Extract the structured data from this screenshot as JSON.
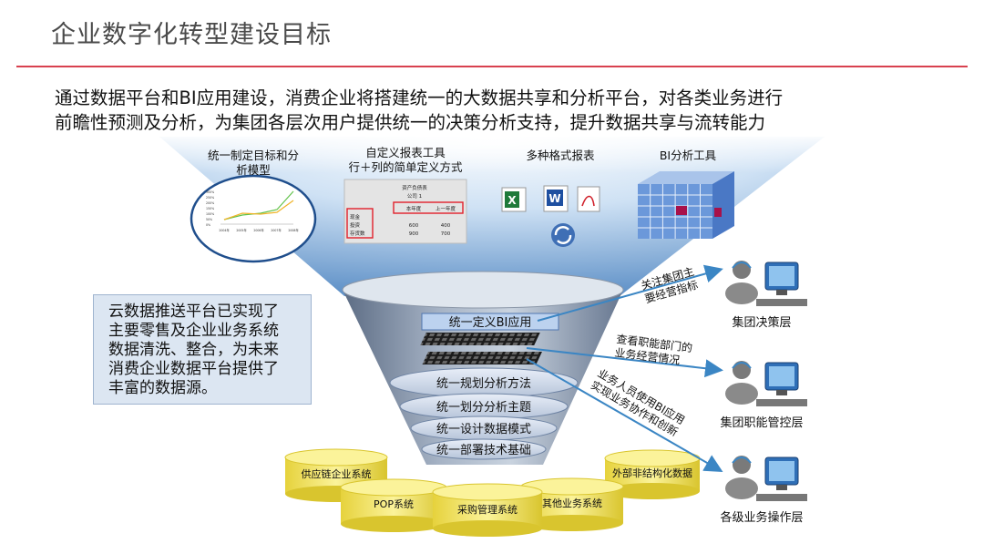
{
  "page": {
    "title": "企业数字化转型建设目标",
    "subtitle_lines": [
      "通过数据平台和BI应用建设，消费企业将搭建统一的大数据共享和分析平台，对各类业务进行",
      "前瞻性预测及分析，为集团各层次用户提供统一的决策分析支持，提升数据共享与流转能力"
    ]
  },
  "tools": {
    "goal_model": [
      "统一制定目标和分",
      "析模型"
    ],
    "report_tool": [
      "自定义报表工具",
      "行＋列的简单定义方式"
    ],
    "format_reports": "多种格式报表",
    "bi_tool": "BI分析工具"
  },
  "report_thumb": {
    "header": "资产负债表",
    "company": "公司 1",
    "col1": "本年度",
    "col2": "上一年度",
    "rows": [
      {
        "label": "现金",
        "v1": "",
        "v2": ""
      },
      {
        "label": "投资",
        "v1": "600",
        "v2": "400"
      },
      {
        "label": "存货数",
        "v1": "900",
        "v2": "700"
      }
    ]
  },
  "doc_icons": [
    "excel-icon",
    "word-icon",
    "pdf-icon"
  ],
  "note": {
    "lines": [
      "云数据推送平台已实现了",
      "主要零售及企业业务系统",
      "数据清洗、整合，为未来",
      "消费企业数据平台提供了",
      "丰富的数据源。"
    ]
  },
  "funnel": {
    "top_band": "统一定义BI应用",
    "layers": [
      "统一规划分析方法",
      "统一划分分析主题",
      "统一设计数据模式",
      "统一部署技术基础"
    ]
  },
  "sources": [
    "供应链企业系统",
    "POP系统",
    "采购管理系统",
    "其他业务系统",
    "外部非结构化数据"
  ],
  "arrows": [
    {
      "lines": [
        "关注集团主",
        "要经营指标"
      ]
    },
    {
      "lines": [
        "查看职能部门的",
        "业务经营情况"
      ]
    },
    {
      "lines": [
        "业务人员使用BI应用",
        "实现业务协作和创新"
      ]
    }
  ],
  "users": [
    "集团决策层",
    "集团职能管控层",
    "各级业务操作层"
  ],
  "colors": {
    "accent": "#d8414f",
    "funnel": "#7f8fa6",
    "note_bg": "#dce6f2",
    "source": "#f7ec7a",
    "arrow": "#3b86c4"
  },
  "chart_thumb": {
    "y_ticks": [
      "300%",
      "250%",
      "200%",
      "150%",
      "100%",
      "50%",
      "0%"
    ],
    "x_ticks": [
      "2004年",
      "2005年",
      "2006年",
      "2007年",
      "2008年"
    ]
  }
}
